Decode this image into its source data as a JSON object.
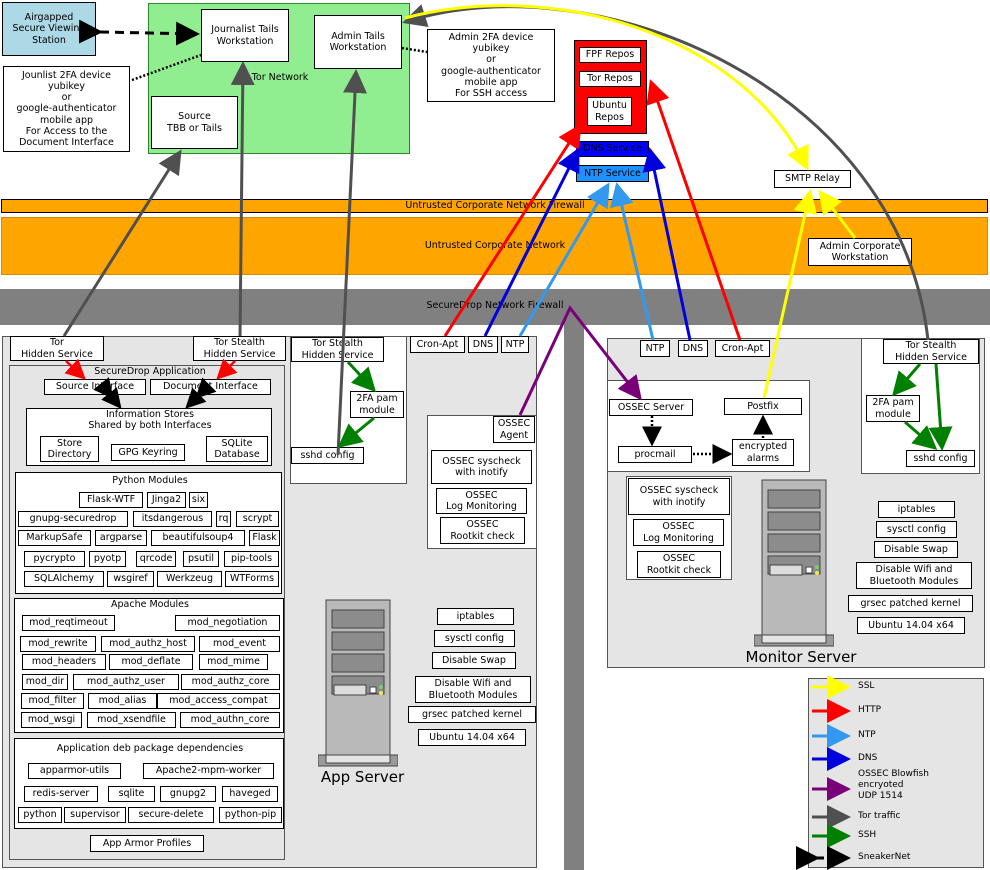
{
  "airgapped": "Airgapped\nSecure Viewing\nStation",
  "tor_network": {
    "label": "Tor Network",
    "journalist_workstation": "Journalist Tails\nWorkstation",
    "admin_workstation": "Admin Tails\nWorkstation",
    "source": "Source\nTBB or Tails"
  },
  "journalist_2fa": "Jounlist 2FA device\nyubikey\nor\ngoogle-authenticator\nmobile app\nFor Access to the\nDocument Interface",
  "admin_2fa": "Admin 2FA device\nyubikey\nor\ngoogle-authenticator\nmobile app\nFor SSH access",
  "repos": {
    "fpf": "FPF Repos",
    "tor": "Tor Repos",
    "ubuntu": "Ubuntu\nRepos"
  },
  "dns_service": "DNS Service",
  "ntp_service": "NTP Service",
  "smtp_relay": "SMTP Relay",
  "corp_firewall": "Untrusted Corporate Network Firewall",
  "corp_network": "Untrusted Corporate Network",
  "admin_corp_ws": "Admin Corporate\nWorkstation",
  "sd_firewall": "SecureDrop Network Firewall",
  "app": {
    "tor_hs": "Tor\nHidden Service",
    "tor_stealth_hs": "Tor Stealth\nHidden Service",
    "tor_stealth_hs2": "Tor Stealth\nHidden Service",
    "cron_apt": "Cron-Apt",
    "dns": "DNS",
    "ntp": "NTP",
    "sd_application": "SecureDrop Application",
    "source_interface": "Source Interface",
    "document_interface": "Document Interface",
    "info_stores": "Information Stores\nShared by both Interfaces",
    "store_directory": "Store\nDirectory",
    "gpg_keyring": "GPG Keyring",
    "sqlite_db": "SQLite\nDatabase",
    "python_modules_title": "Python Modules",
    "python_modules": [
      "Flask-WTF",
      "Jinga2",
      "six",
      "gnupg-securedrop",
      "itsdangerous",
      "rq",
      "scrypt",
      "MarkupSafe",
      "argparse",
      "beautifulsoup4",
      "Flask",
      "pycrypto",
      "pyotp",
      "qrcode",
      "psutil",
      "pip-tools",
      "SQLAlchemy",
      "wsgiref",
      "Werkzeug",
      "WTForms"
    ],
    "apache_modules_title": "Apache Modules",
    "apache_modules": [
      "mod_reqtimeout",
      "mod_negotiation",
      "mod_rewrite",
      "mod_authz_host",
      "mod_event",
      "mod_headers",
      "mod_deflate",
      "mod_mime",
      "mod_dir",
      "mod_authz_user",
      "mod_authz_core",
      "mod_filter",
      "mod_alias",
      "mod_access_compat",
      "mod_wsgi",
      "mod_xsendfile",
      "mod_authn_core"
    ],
    "deb_title": "Application deb package dependencies",
    "deb_packages": [
      "apparmor-utils",
      "Apache2-mpm-worker",
      "redis-server",
      "sqlite",
      "gnupg2",
      "haveged",
      "python",
      "supervisor",
      "secure-delete",
      "python-pip"
    ],
    "apparmor": "App Armor Profiles",
    "twofa_pam": "2FA pam\nmodule",
    "sshd_config": "sshd config",
    "ossec_agent": "OSSEC\nAgent",
    "ossec_syscheck": "OSSEC syscheck\nwith inotify",
    "ossec_log": "OSSEC\nLog Monitoring",
    "ossec_rootkit": "OSSEC\nRootkit check",
    "hardening": [
      "iptables",
      "sysctl config",
      "Disable Swap",
      "Disable Wifi and\nBluetooth Modules",
      "grsec patched kernel",
      "Ubuntu 14.04 x64"
    ],
    "server_label": "App Server"
  },
  "mon": {
    "ntp": "NTP",
    "dns": "DNS",
    "cron_apt": "Cron-Apt",
    "tor_stealth_hs": "Tor Stealth\nHidden Service",
    "ossec_server": "OSSEC Server",
    "postfix": "Postfix",
    "procmail": "procmail",
    "encrypted_alarms": "encrypted\nalarms",
    "ossec_syscheck": "OSSEC syscheck\nwith inotify",
    "ossec_log": "OSSEC\nLog Monitoring",
    "ossec_rootkit": "OSSEC\nRootkit check",
    "twofa_pam": "2FA pam\nmodule",
    "sshd_config": "sshd config",
    "hardening": [
      "iptables",
      "sysctl config",
      "Disable Swap",
      "Disable Wifi and\nBluetooth Modules",
      "grsec patched kernel",
      "Ubuntu 14.04 x64"
    ],
    "server_label": "Monitor Server"
  },
  "legend": [
    {
      "label": "SSL",
      "color": "#ffff00"
    },
    {
      "label": "HTTP",
      "color": "#ff0000"
    },
    {
      "label": "NTP",
      "color": "#3399ee"
    },
    {
      "label": "DNS",
      "color": "#0000dd"
    },
    {
      "label": "OSSEC Blowfish\nencryoted\nUDP 1514",
      "color": "#7a007a"
    },
    {
      "label": "Tor traffic",
      "color": "#505050"
    },
    {
      "label": "SSH",
      "color": "#008000"
    },
    {
      "label": "SneakerNet",
      "color": "#000000"
    }
  ],
  "colors": {
    "tor_green": "#90ee90",
    "orange": "#ffa500",
    "grey_firewall": "#808080",
    "server_area": "#e5e5e5",
    "repos_red": "#ff0000",
    "dns_blue": "#0000ff",
    "ntp_blue": "#1e90ff",
    "airgapped": "#add8e6"
  }
}
